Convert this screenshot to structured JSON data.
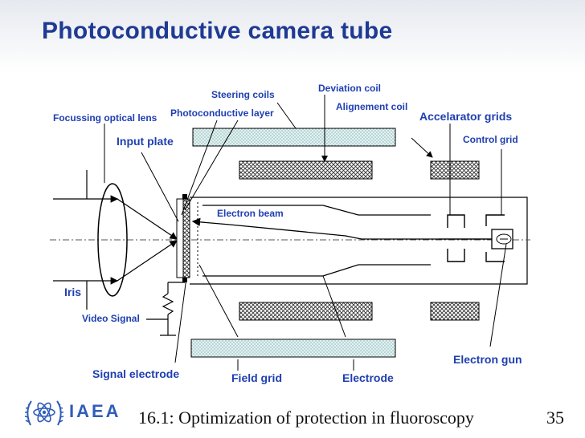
{
  "title": "Photoconductive camera tube",
  "labels": {
    "steering_coils": "Steering coils",
    "deviation_coil": "Deviation coil",
    "alignement_coil": "Alignement coil",
    "focussing_optical_lens": "Focussing optical lens",
    "photoconductive_layer": "Photoconductive layer",
    "accelarator_grids": "Accelarator grids",
    "input_plate": "Input plate",
    "control_grid": "Control grid",
    "electron_beam": "Electron beam",
    "iris": "Iris",
    "video_signal": "Video Signal",
    "electron_gun": "Electron gun",
    "signal_electrode": "Signal electrode",
    "field_grid": "Field grid",
    "electrode": "Electrode"
  },
  "footer": {
    "org": "IAEA",
    "caption": "16.1: Optimization of protection in fluoroscopy",
    "page": "35"
  },
  "colors": {
    "title": "#1f3a93",
    "label": "#1f3fb0",
    "coil_fill": "#dff3f3"
  }
}
